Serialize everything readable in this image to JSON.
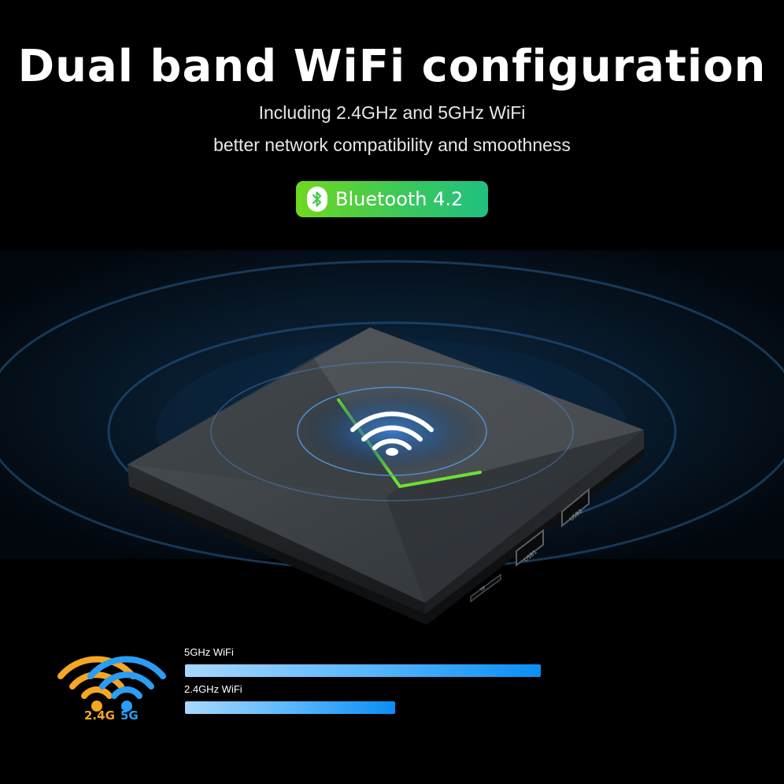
{
  "header": {
    "title": "Dual band WiFi configuration",
    "subtitle_line1": "Including 2.4GHz and 5GHz WiFi",
    "subtitle_line2": "better network compatibility and smoothness"
  },
  "badge": {
    "label": "Bluetooth 4.2",
    "icon": "bluetooth-icon"
  },
  "device": {
    "ports": [
      "USB1",
      "USB2",
      "TF"
    ],
    "center_icon": "wifi-icon"
  },
  "comparison": {
    "legend_24": "2.4G",
    "legend_5": "5G",
    "legend_icon": "dual-wifi-icon",
    "bars": [
      {
        "label": "5GHz WiFi",
        "value": 1.0
      },
      {
        "label": "2.4GHz WiFi",
        "value": 0.59
      }
    ]
  },
  "colors": {
    "accent_green": "#4cd137",
    "wifi_orange": "#f5a623",
    "wifi_blue": "#2a9df4",
    "bar_blue": "#0a8ef5"
  }
}
